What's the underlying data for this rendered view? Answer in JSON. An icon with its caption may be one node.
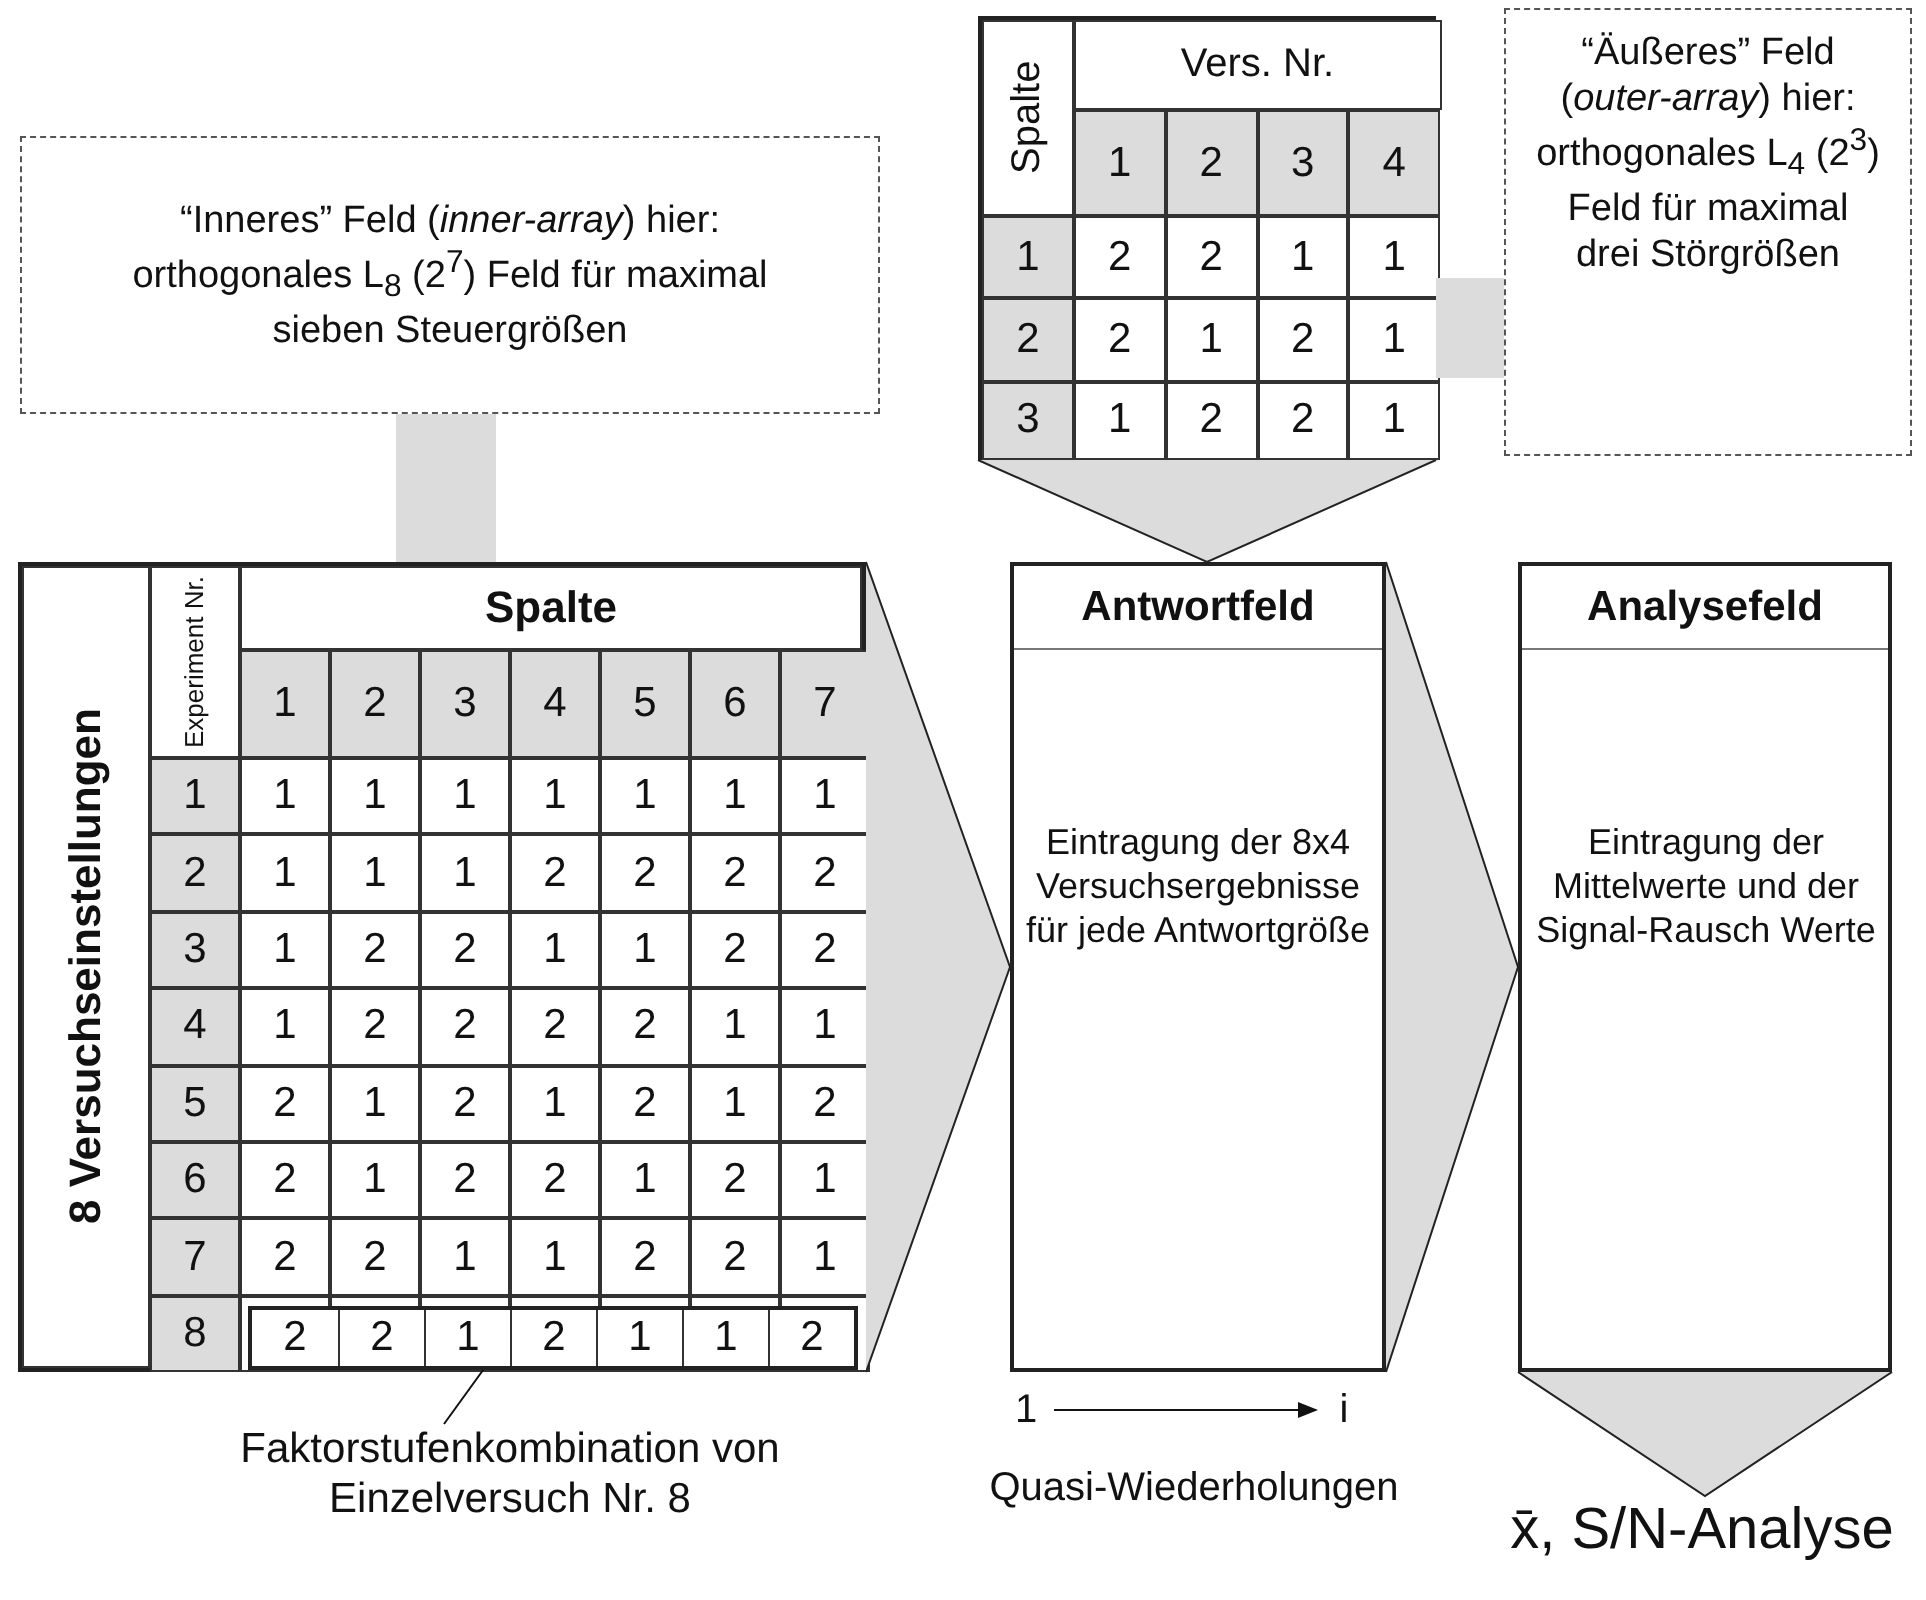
{
  "diagram": {
    "nodes": [
      {
        "text": [
          "“Inneres” Feld (*inner-array*) hier: orthogonales L$_{8}$ (2$^{7}$) Feld für maximal sieben Steuergrößen"
        ]
      },
      {
        "text": [
          "Spalte",
          "Vers. Nr.",
          "1",
          "2",
          "3",
          "4",
          "1",
          "2",
          "2",
          "1",
          "1",
          "2",
          "2",
          "1",
          "2",
          "1",
          "3",
          "1",
          "2",
          "2",
          "1"
        ]
      },
      {
        "text": [
          "“Äußeres” Feld (*outer-array*) hier: orthogonales L$_{4}$ (2$^{3}$) Feld für maximal drei Störgrößen"
        ]
      },
      {
        "text": [
          "8 Versuchseinstellungen",
          "Experiment Nr.",
          "Spalte",
          "1",
          "2",
          "3",
          "4",
          "5",
          "6",
          "7",
          "1",
          "1",
          "1",
          "1",
          "1",
          "1",
          "1",
          "1",
          "2",
          "1",
          "1",
          "1",
          "2",
          "2",
          "2",
          "2",
          "3",
          "1",
          "2",
          "2",
          "1",
          "1",
          "2",
          "2",
          "4",
          "1",
          "2",
          "2",
          "2",
          "2",
          "1",
          "1",
          "5",
          "2",
          "1",
          "2",
          "1",
          "2",
          "1",
          "2",
          "6",
          "2",
          "1",
          "2",
          "2",
          "1",
          "2",
          "1",
          "7",
          "2",
          "2",
          "1",
          "1",
          "2",
          "2",
          "1",
          "8"
        ]
      },
      {
        "text": [
          "2",
          "2",
          "1",
          "2",
          "1",
          "1",
          "2"
        ],
        "in": 3
      },
      {
        "text": [
          "Antwortfeld",
          "Eintragung der 8x4 Versuchsergebnisse für jede Antwortgröße"
        ],
        "beside": [
          "1",
          "i",
          "Quasi-Wiederholungen"
        ]
      },
      {
        "text": [
          "Analysefeld",
          "Eintragung der Mittelwerte und der Signal-Rausch Werte"
        ]
      },
      {
        "text": [
          "Faktorstufenkombination von Einzelversuch Nr. 8"
        ]
      },
      {
        "text": [
          "x̄, S/N-Analyse"
        ]
      }
    ],
    "edges": [
      {
        "from": 0,
        "to": 3,
        "arrow": "none",
        "style": "thick"
      },
      {
        "from": 2,
        "to": 1,
        "arrow": "none",
        "style": "thick"
      },
      {
        "from": 1,
        "to": 5,
        "arrow": "to"
      },
      {
        "from": 3,
        "to": 5,
        "arrow": "to"
      },
      {
        "from": 5,
        "to": 6,
        "arrow": "to"
      },
      {
        "from": 6,
        "to": 8,
        "arrow": "to"
      },
      {
        "from": 7,
        "to": 4,
        "arrow": "none",
        "color": "#111111"
      }
    ]
  }
}
